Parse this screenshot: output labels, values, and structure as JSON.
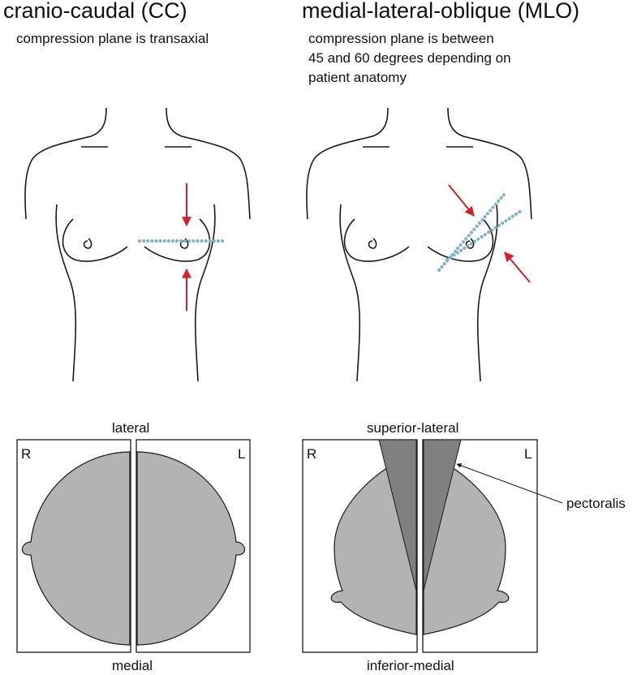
{
  "cc": {
    "title": "cranio-caudal (CC)",
    "subtitle": "compression plane is transaxial",
    "label_top": "lateral",
    "label_bottom": "medial",
    "label_right_side": "R",
    "label_left_side": "L"
  },
  "mlo": {
    "title": "medial-lateral-oblique (MLO)",
    "subtitle_lines": [
      "compression plane is between",
      "45 and 60 degrees depending on",
      "patient anatomy"
    ],
    "label_top": "superior-lateral",
    "label_bottom": "inferior-medial",
    "label_right_side": "R",
    "label_left_side": "L",
    "callout": "pectoralis"
  },
  "colors": {
    "outline": "#1a1a1a",
    "tissue": "#b3b3b3",
    "muscle": "#808080",
    "arrow": "#d2232a",
    "plane": "#7fb2c2"
  }
}
